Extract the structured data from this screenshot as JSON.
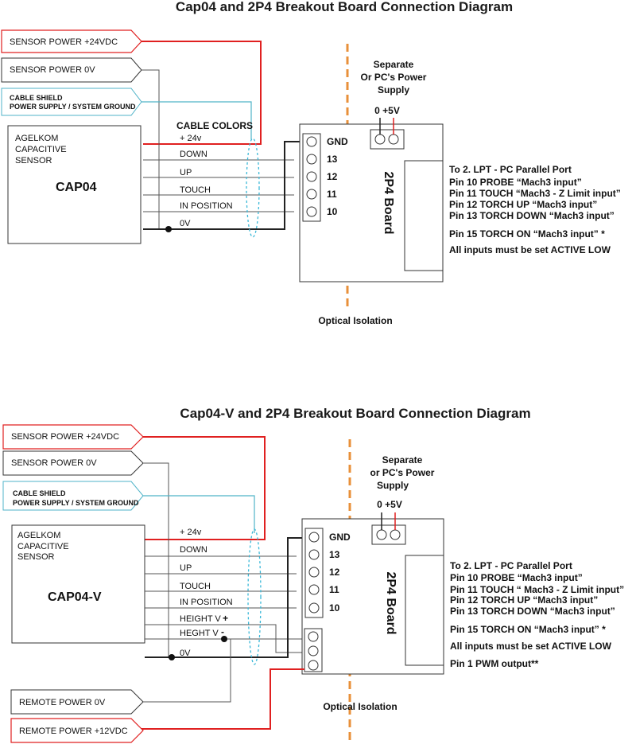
{
  "d1": {
    "title": "Cap04 and 2P4 Breakout Board Connection Diagram",
    "tags": {
      "sensor_power_24": "SENSOR POWER +24VDC",
      "sensor_power_0": "SENSOR POWER 0V",
      "cable_shield_1": "CABLE SHIELD",
      "cable_shield_2": "POWER SUPPLY / SYSTEM GROUND"
    },
    "sensor": {
      "line1": "AGELKOM",
      "line2": "CAPACITIVE",
      "line3": "SENSOR",
      "name": "CAP04"
    },
    "cable_colors": "CABLE COLORS",
    "wires": [
      "+  24v",
      "DOWN",
      "UP",
      "TOUCH",
      "IN POSITION",
      "0V"
    ],
    "pins": [
      "GND",
      "13",
      "12",
      "11",
      "10"
    ],
    "board": "2P4 Board",
    "psu": {
      "line1": "Separate",
      "line2": "Or PC's Power",
      "line3": "Supply",
      "pins": "0 +5V"
    },
    "lpt": [
      "To 2. LPT - PC Parallel Port",
      "Pin 10 PROBE “Mach3 input”",
      "Pin 11 TOUCH “Mach3 - Z Limit input”",
      "Pin 12 TORCH UP “Mach3 input”",
      "Pin 13 TORCH DOWN “Mach3 input”",
      "Pin 15 TORCH ON “Mach3 input” *",
      "All inputs must be set ACTIVE LOW"
    ],
    "isolation": "Optical Isolation"
  },
  "d2": {
    "title": "Cap04-V and 2P4 Breakout Board Connection Diagram",
    "tags": {
      "sensor_power_24": "SENSOR POWER +24VDC",
      "sensor_power_0": "SENSOR POWER 0V",
      "cable_shield_1": "CABLE SHIELD",
      "cable_shield_2": "POWER SUPPLY / SYSTEM GROUND",
      "remote_power_0": "REMOTE POWER 0V",
      "remote_power_12": "REMOTE POWER +12VDC"
    },
    "sensor": {
      "line1": "AGELKOM",
      "line2": "CAPACITIVE",
      "line3": "SENSOR",
      "name": "CAP04-V"
    },
    "wires": [
      "+  24v",
      "DOWN",
      "UP",
      "TOUCH",
      "IN POSITION",
      "HEIGHT V",
      "HEGHT V",
      "0V"
    ],
    "height_plus": "+",
    "height_minus": "-",
    "pins": [
      "GND",
      "13",
      "12",
      "11",
      "10"
    ],
    "board": "2P4 Board",
    "psu": {
      "line1": "Separate",
      "line2": "or PC's Power",
      "line3": "Supply",
      "pins": "0 +5V"
    },
    "lpt": [
      "To 2. LPT - PC Parallel Port",
      "Pin 10 PROBE “Mach3 input”",
      "Pin 11 TOUCH “ Mach3 - Z Limit input”",
      "Pin 12 TORCH UP “Mach3 input”",
      "Pin 13 TORCH DOWN “Mach3 input”",
      "Pin 15 TORCH ON “Mach3 input” *",
      "All inputs must be set ACTIVE LOW",
      "Pin 1 PWM output**"
    ],
    "isolation": "Optical Isolation"
  }
}
